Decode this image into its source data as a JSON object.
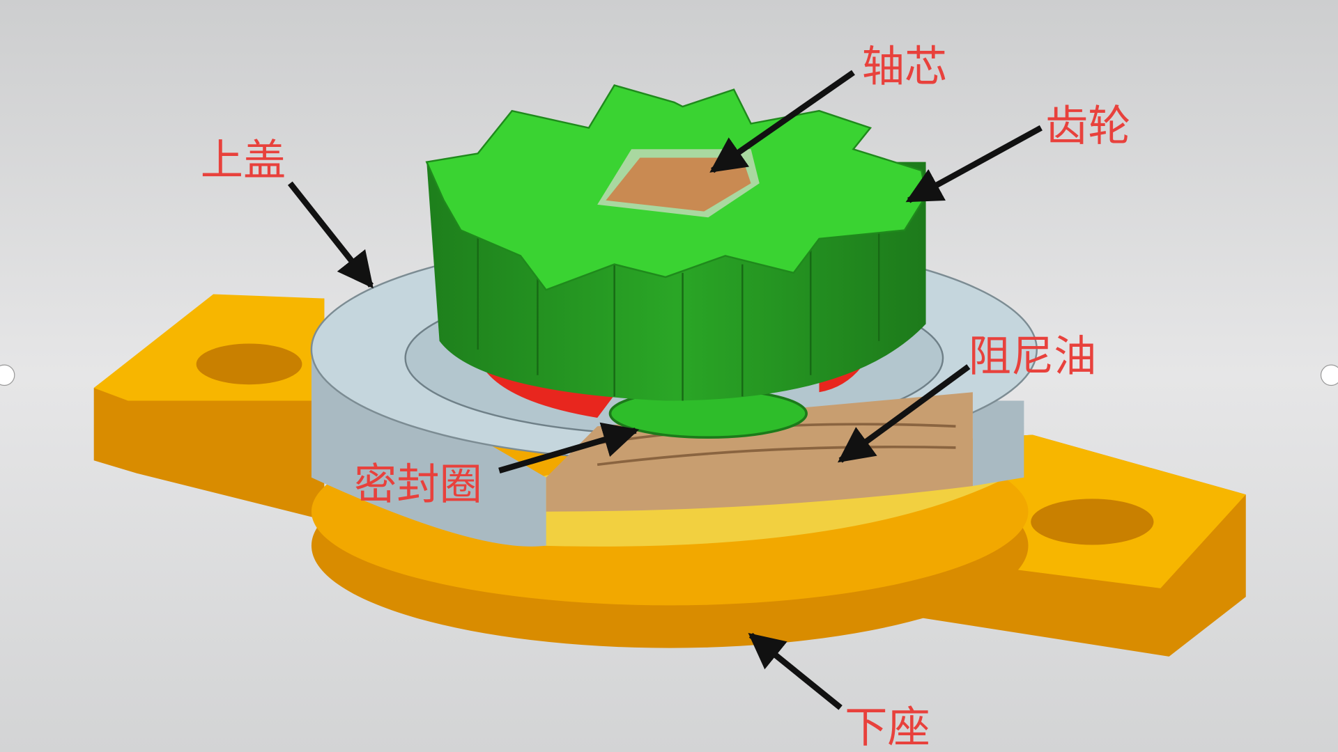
{
  "labels": {
    "shaft_core": "轴芯",
    "gear": "齿轮",
    "upper_cover": "上盖",
    "damping_oil": "阻尼油",
    "seal_ring": "密封圈",
    "lower_base": "下座"
  },
  "colors": {
    "label": "#e8413c",
    "gear": "#2fc22a",
    "shaft": "#c98a52",
    "cover": "#c5d6dd",
    "base": "#f2a800",
    "oil_ring": "#e8261e",
    "arrow": "#111111"
  }
}
